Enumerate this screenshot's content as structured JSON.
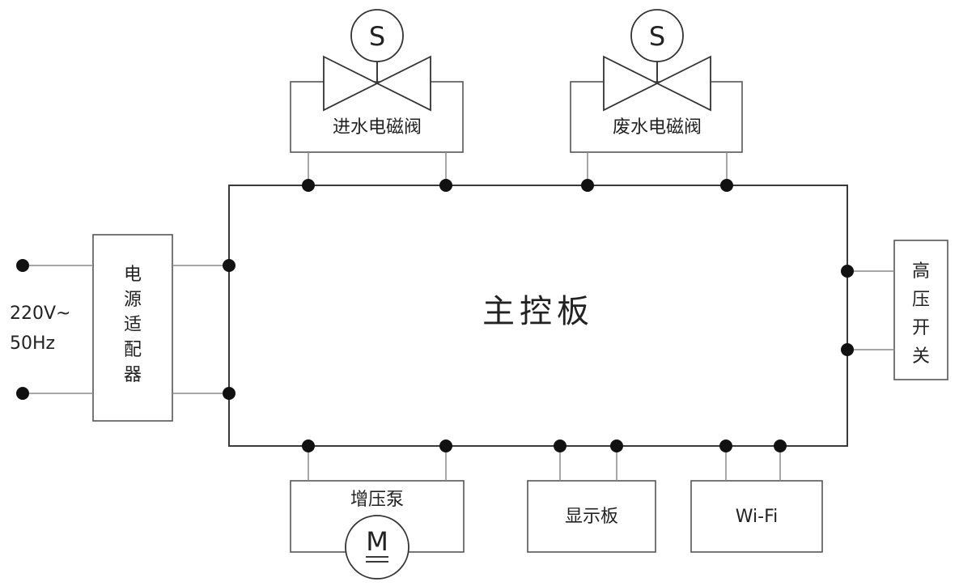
{
  "diagram": {
    "main_board": "主控板",
    "inlet_valve": {
      "label": "进水电磁阀",
      "symbol": "S"
    },
    "waste_valve": {
      "label": "废水电磁阀",
      "symbol": "S"
    },
    "power_adapter": [
      "电",
      "源",
      "适",
      "配",
      "器"
    ],
    "power_input": [
      "220V~",
      "50Hz"
    ],
    "high_pressure_switch": [
      "高",
      "压",
      "开",
      "关"
    ],
    "booster_pump": {
      "label": "增压泵",
      "symbol": "M"
    },
    "display_board": "显示板",
    "wifi": "Wi-Fi"
  }
}
